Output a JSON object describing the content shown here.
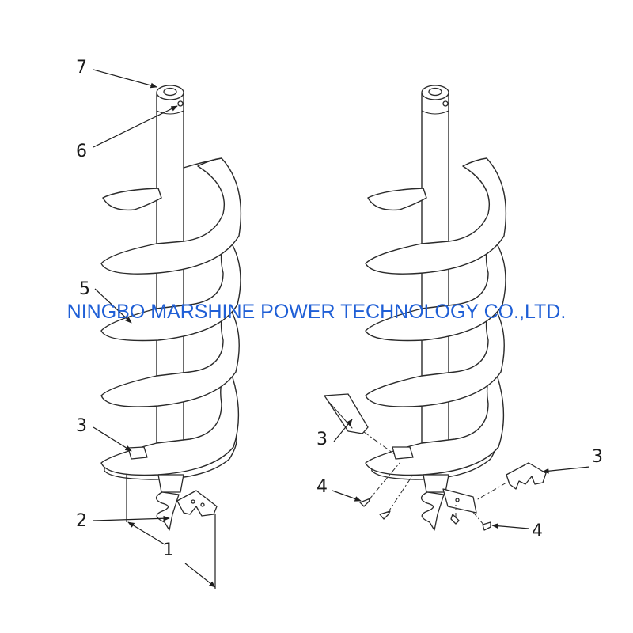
{
  "watermark": {
    "text": "NINGBO MARSHINE POWER TECHNOLOGY CO.,LTD.",
    "color": "#1f5fd6"
  },
  "callouts": {
    "left": [
      "7",
      "6",
      "5",
      "3",
      "2",
      "1"
    ],
    "right": [
      "3",
      "3",
      "4",
      "4"
    ]
  },
  "line_color": "#2a2a2a"
}
